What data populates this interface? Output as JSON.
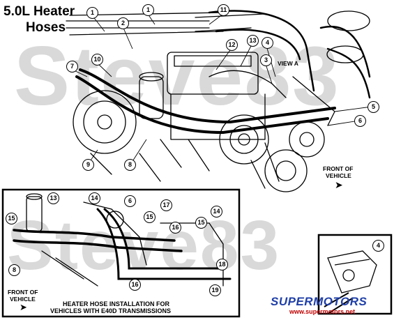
{
  "title_line1": "5.0L Heater",
  "title_line2": "Hoses",
  "watermark": "Steve83",
  "view_label": "VIEW A",
  "front_vehicle_main": [
    "FRONT OF",
    "VEHICLE"
  ],
  "front_vehicle_inset": [
    "FRONT OF",
    "VEHICLE"
  ],
  "inset_caption": [
    "HEATER HOSE INSTALLATION FOR",
    "VEHICLES WITH E40D TRANSMISSIONS"
  ],
  "logo": {
    "brand": "SUPERMOTORS",
    "url": "www.supermotors.net",
    "color": "#1f3fa8"
  },
  "callouts_main": [
    "1",
    "2",
    "1",
    "11",
    "10",
    "7",
    "12",
    "13",
    "4",
    "3",
    "5",
    "6",
    "8",
    "9"
  ],
  "callouts_inset": [
    "13",
    "14",
    "6",
    "15",
    "15",
    "17",
    "16",
    "14",
    "15",
    "8",
    "18",
    "16",
    "19"
  ],
  "callouts_viewa": [
    "4"
  ]
}
